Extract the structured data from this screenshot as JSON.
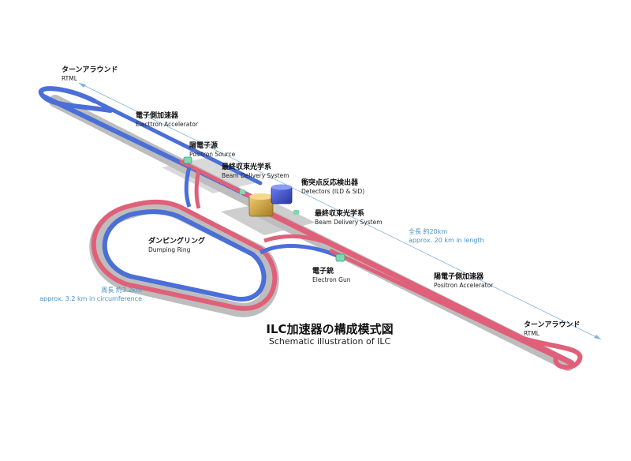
{
  "title": {
    "ja": "ILC加速器の構成模式図",
    "en": "Schematic illustration of ILC"
  },
  "labels": {
    "turnaround_top": {
      "ja": "ターンアラウンド",
      "en": "RTML"
    },
    "electron_accelerator": {
      "ja": "電子側加速器",
      "en": "Electtron Accelerator"
    },
    "positron_source": {
      "ja": "陽電子源",
      "en": "Positron Source"
    },
    "bds_upper": {
      "ja": "最終収束光学系",
      "en": "Beam Delivery System"
    },
    "detectors": {
      "ja": "衝突点反応検出器",
      "en": "Detectors (ILD & SiD)"
    },
    "bds_lower": {
      "ja": "最終収束光学系",
      "en": "Beam Delivery System"
    },
    "damping_ring": {
      "ja": "ダンピングリング",
      "en": "Dumping Ring"
    },
    "electron_gun": {
      "ja": "電子銃",
      "en": "Electron Gun"
    },
    "positron_accelerator": {
      "ja": "陽電子側加速器",
      "en": "Positron Accelerator"
    },
    "turnaround_bottom": {
      "ja": "ターンアラウンド",
      "en": "RTML"
    }
  },
  "dimensions": {
    "total_length": {
      "ja": "全長 約20km",
      "en": "approx. 20 km in length"
    },
    "circumference": {
      "ja": "周長 約3.2km",
      "en": "approx. 3.2 km in circumference"
    }
  },
  "colors": {
    "electron_beam": "#4a6fd8",
    "positron_beam": "#e0607a",
    "tunnel": "#b8b8b8",
    "dimension_line": "#4a90c8",
    "detector_ild": "#c8a23a",
    "detector_sid": "#3b4fc8",
    "source": "#7fd8b0"
  }
}
